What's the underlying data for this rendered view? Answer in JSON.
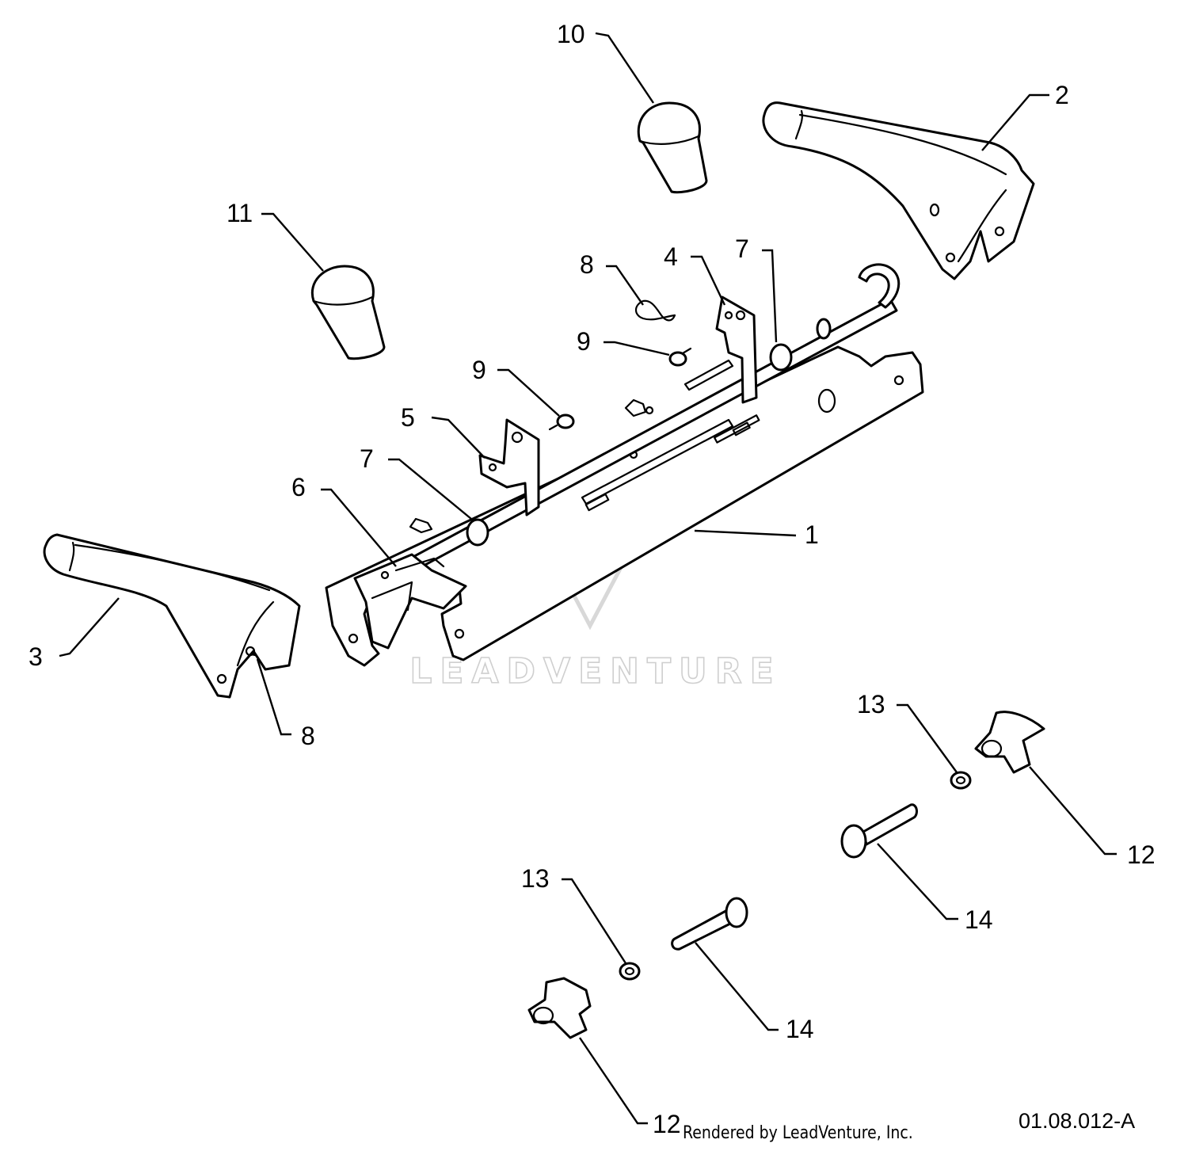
{
  "diagram": {
    "callouts": {
      "c1": "1",
      "c2": "2",
      "c3": "3",
      "c4": "4",
      "c5": "5",
      "c6": "6",
      "c7a": "7",
      "c7b": "7",
      "c8a": "8",
      "c8b": "8",
      "c9a": "9",
      "c9b": "9",
      "c10": "10",
      "c11": "11",
      "c12a": "12",
      "c12b": "12",
      "c13a": "13",
      "c13b": "13",
      "c14a": "14",
      "c14b": "14"
    },
    "watermark": "LEADVENTURE",
    "figure_code": "01.08.012-A",
    "footer": "Rendered by LeadVenture, Inc."
  }
}
